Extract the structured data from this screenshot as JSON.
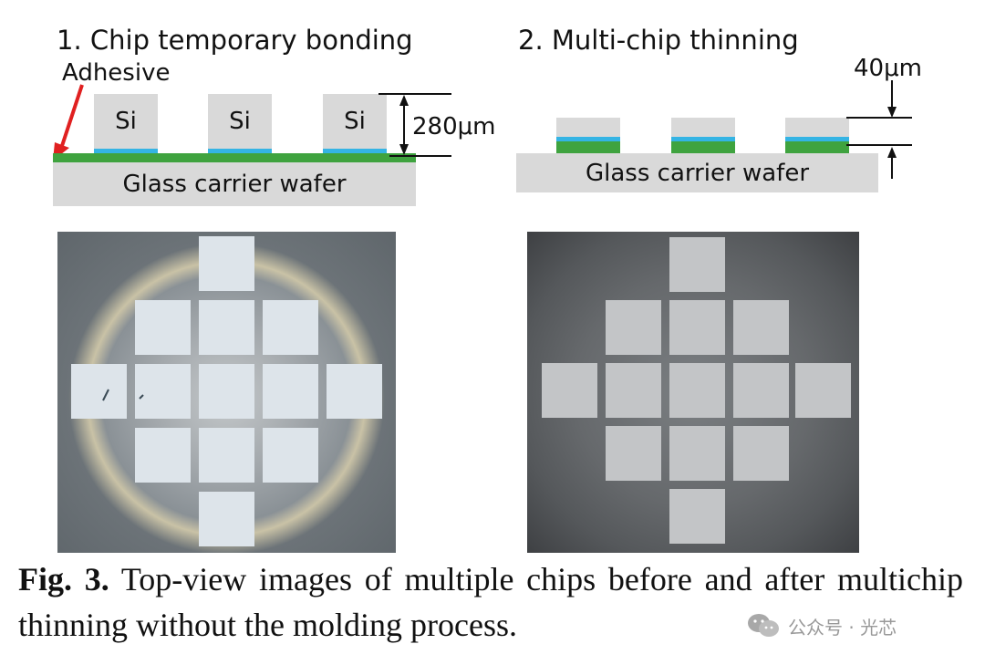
{
  "diagram_left": {
    "title": "1. Chip temporary bonding",
    "adhesive_label": "Adhesive",
    "chip_labels": [
      "Si",
      "Si",
      "Si"
    ],
    "thickness_label": "280μm",
    "wafer_label": "Glass carrier wafer"
  },
  "diagram_right": {
    "title": "2. Multi-chip thinning",
    "thickness_label": "40μm",
    "wafer_label": "Glass carrier wafer"
  },
  "photo_left": {
    "kind": "photograph",
    "alt": "before thinning top-view"
  },
  "photo_right": {
    "kind": "photograph",
    "alt": "after thinning top-view"
  },
  "caption": {
    "fig_label": "Fig. 3.",
    "text": " Top-view images of multiple chips before and after multichip thinning without the molding process."
  },
  "watermark": {
    "text": "公众号 · 光芯"
  },
  "colors": {
    "adhesive_green": "#3fa33f",
    "bond_blue": "#34b4e4",
    "arrow_red": "#e02020",
    "wafer_grey": "#d9d9d9"
  }
}
